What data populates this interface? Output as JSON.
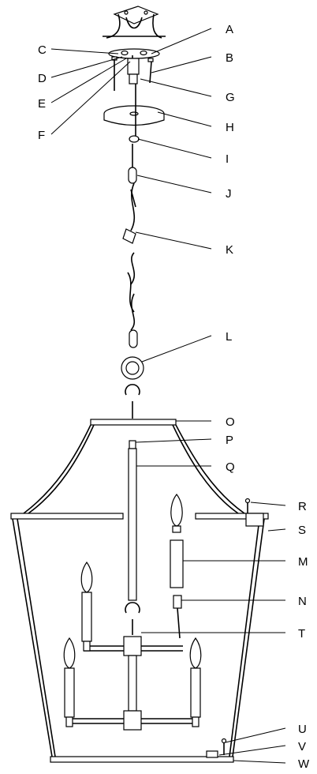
{
  "diagram": {
    "labels": [
      "A",
      "B",
      "C",
      "D",
      "E",
      "F",
      "G",
      "H",
      "I",
      "J",
      "K",
      "L",
      "O",
      "P",
      "Q",
      "R",
      "S",
      "M",
      "N",
      "T",
      "U",
      "V",
      "W"
    ]
  }
}
